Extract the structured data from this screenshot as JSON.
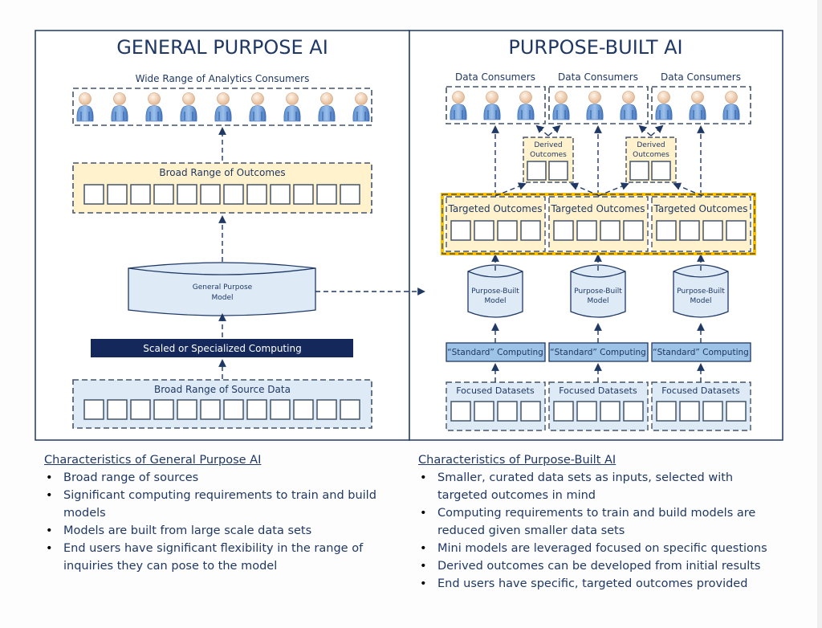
{
  "left_panel": {
    "title": "GENERAL PURPOSE AI",
    "consumers_label": "Wide Range of Analytics Consumers",
    "consumer_count": 9,
    "outcomes_label": "Broad Range of Outcomes",
    "outcome_count": 12,
    "model_label_line1": "General Purpose",
    "model_label_line2": "Model",
    "computing_label": "Scaled or Specialized Computing",
    "source_label": "Broad Range of Source Data",
    "source_count": 12
  },
  "right_panel": {
    "title": "PURPOSE-BUILT AI",
    "groups": [
      {
        "consumers_label": "Data Consumers",
        "targeted_label": "Targeted Outcomes",
        "model_line1": "Purpose-Built",
        "model_line2": "Model",
        "computing_label": "“Standard” Computing",
        "datasets_label": "Focused Datasets"
      },
      {
        "consumers_label": "Data Consumers",
        "targeted_label": "Targeted Outcomes",
        "model_line1": "Purpose-Built",
        "model_line2": "Model",
        "computing_label": "“Standard” Computing",
        "datasets_label": "Focused Datasets"
      },
      {
        "consumers_label": "Data Consumers",
        "targeted_label": "Targeted Outcomes",
        "model_line1": "Purpose-Built",
        "model_line2": "Model",
        "computing_label": "“Standard” Computing",
        "datasets_label": "Focused Datasets"
      }
    ],
    "derived": [
      {
        "line1": "Derived",
        "line2": "Outcomes"
      },
      {
        "line1": "Derived",
        "line2": "Outcomes"
      }
    ]
  },
  "characteristics": {
    "general": {
      "heading": "Characteristics of General Purpose AI",
      "items": [
        "Broad range of sources",
        "Significant computing requirements to train and build models",
        "Models are built from large scale data sets",
        "End users have significant flexibility in the range of inquiries they can pose to the model"
      ]
    },
    "purpose_built": {
      "heading": "Characteristics of Purpose-Built AI",
      "items": [
        "Smaller, curated data sets as inputs, selected with targeted outcomes in mind",
        "Computing requirements to train and build models are reduced given smaller data sets",
        "Mini models are leveraged focused on specific questions",
        "Derived outcomes can be developed from initial results",
        "End users have specific, targeted outcomes provided"
      ]
    }
  },
  "colors": {
    "navy": "#1f3864",
    "outline": "#44546a",
    "outcome_fill": "#fff2cc",
    "data_fill": "#deebf7",
    "highlight": "#ffc000",
    "computing_fill": "#9dc3e6"
  }
}
